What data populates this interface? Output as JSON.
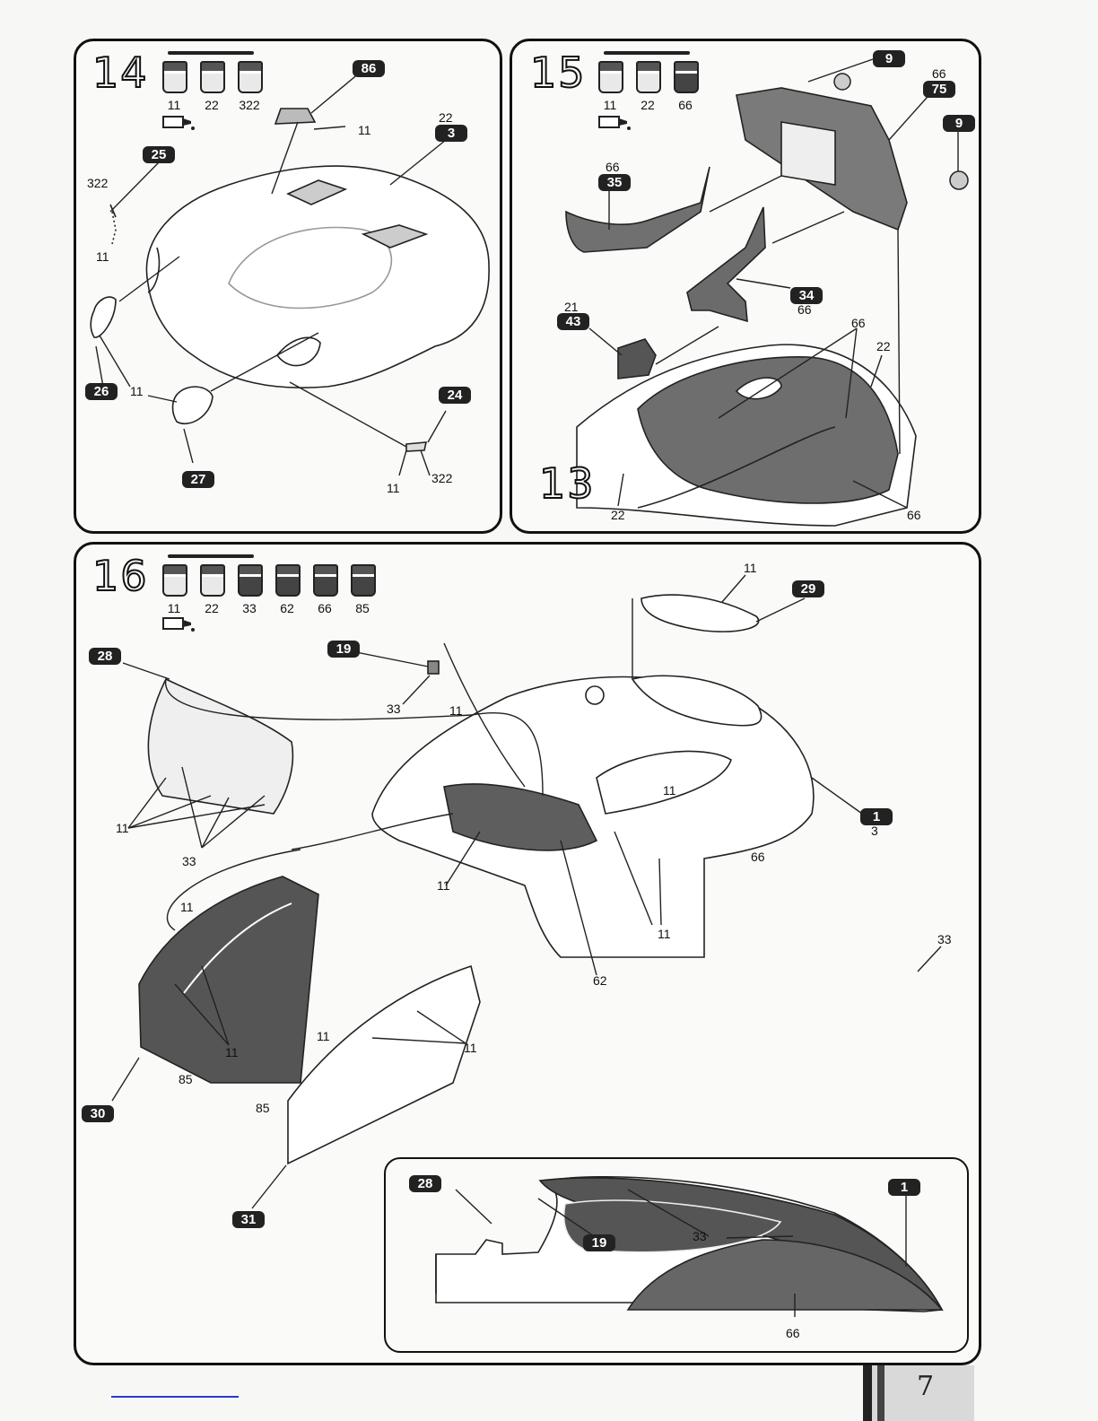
{
  "step14": {
    "number": "14",
    "paints": [
      "11",
      "22",
      "322"
    ],
    "tags": {
      "p86": "86",
      "p3": "3",
      "p25": "25",
      "p26": "26",
      "p27": "27",
      "p24": "24"
    },
    "labels": {
      "l11a": "11",
      "l22": "22",
      "l322a": "322",
      "l11b": "11",
      "l11c": "11",
      "l11d": "11",
      "l322b": "322"
    }
  },
  "step15": {
    "number": "15",
    "paints": [
      "11",
      "22",
      "66"
    ],
    "tags": {
      "p9a": "9",
      "p75": "75",
      "p9b": "9",
      "p35": "35",
      "p34": "34",
      "p43": "43"
    },
    "labels": {
      "l66a": "66",
      "l66b": "66",
      "l66c": "66",
      "l21": "21",
      "l66d": "66",
      "l22a": "22",
      "l22b": "22",
      "l66e": "66"
    },
    "ref_step": "13"
  },
  "step16": {
    "number": "16",
    "paints": [
      "11",
      "22",
      "33",
      "62",
      "66",
      "85"
    ],
    "tags": {
      "p28": "28",
      "p19": "19",
      "p29": "29",
      "p1": "1",
      "p30": "30",
      "p31": "31"
    },
    "labels": {
      "l11a": "11",
      "l33a": "33",
      "l11b": "11",
      "l11c": "11",
      "l33b": "33",
      "l11d": "11",
      "l3": "3",
      "l66": "66",
      "l11e": "11",
      "l11f": "11",
      "l62": "62",
      "l33c": "33",
      "l11g": "11",
      "l11h": "11",
      "l85a": "85",
      "l11i": "11",
      "l11j": "11",
      "l85b": "85"
    }
  },
  "inset": {
    "tags": {
      "p28": "28",
      "p19": "19",
      "p1": "1"
    },
    "labels": {
      "l33": "33",
      "l66": "66"
    }
  },
  "page_number": "7"
}
